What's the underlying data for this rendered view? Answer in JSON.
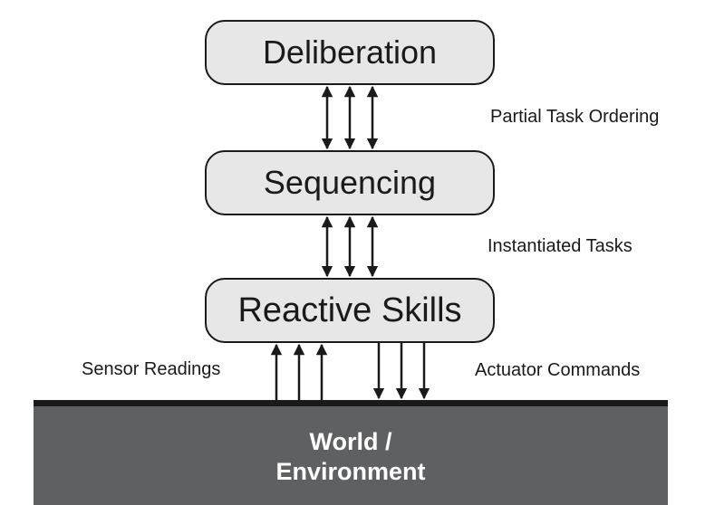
{
  "layers": {
    "deliberation": "Deliberation",
    "sequencing": "Sequencing",
    "reactive_skills": "Reactive Skills"
  },
  "edges": {
    "partial_task_ordering": "Partial Task Ordering",
    "instantiated_tasks": "Instantiated Tasks",
    "sensor_readings": "Sensor Readings",
    "actuator_commands": "Actuator Commands"
  },
  "world": {
    "line1": "World /",
    "line2": "Environment"
  },
  "colors": {
    "box_fill": "#e7e7e7",
    "stroke": "#1a1a1a",
    "world_fill": "#5f6062",
    "world_text": "#ffffff"
  }
}
